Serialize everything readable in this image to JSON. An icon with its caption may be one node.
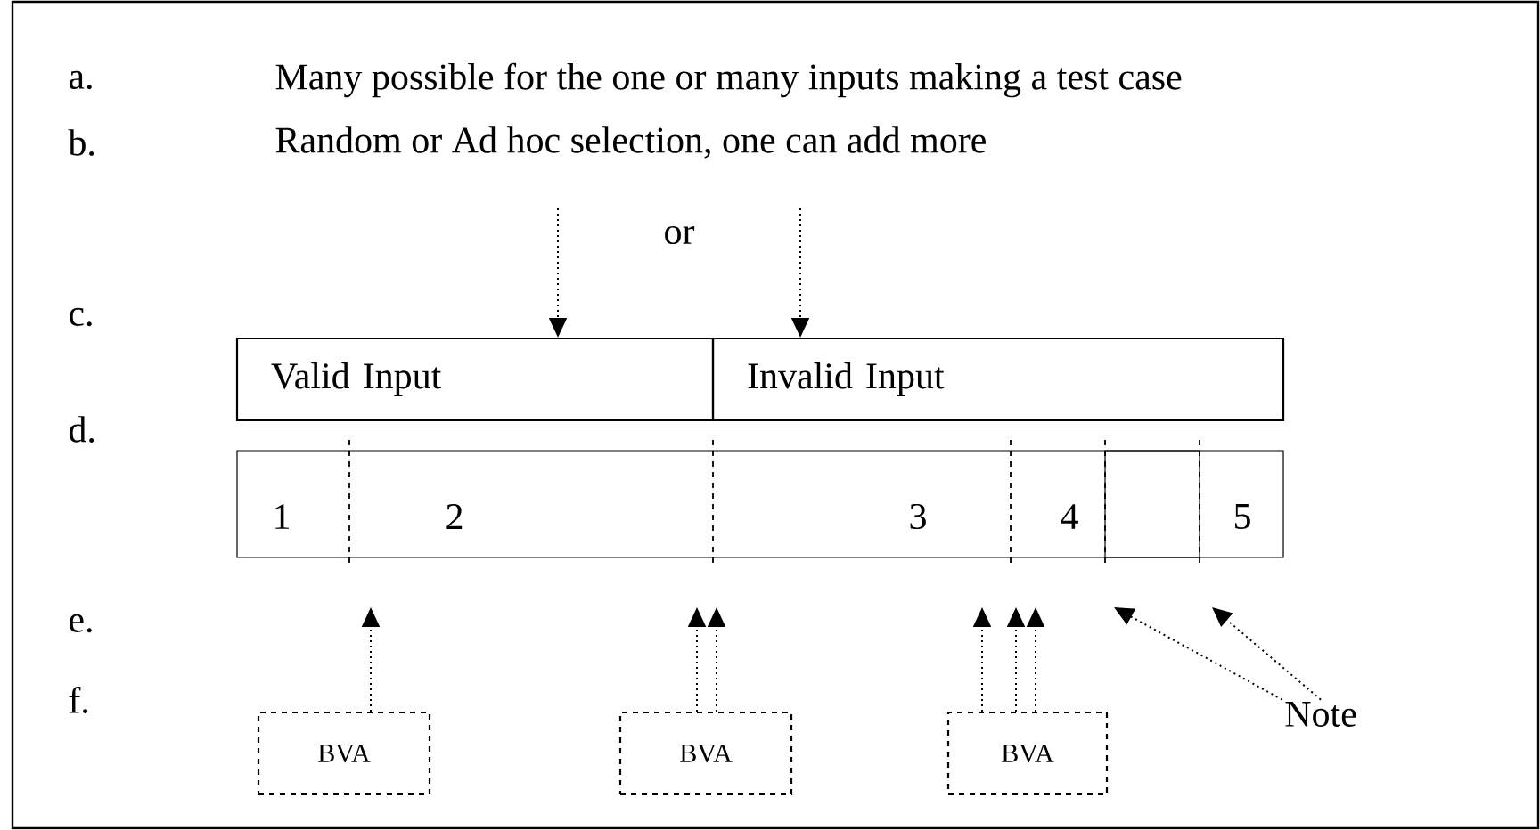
{
  "diagram": {
    "nodes": [
      {
        "text": [
          "Valid Input"
        ]
      },
      {
        "text": [
          "Invalid Input"
        ]
      },
      {
        "text": [
          "1"
        ]
      },
      {
        "text": [
          "2"
        ]
      },
      {
        "text": [
          "3"
        ]
      },
      {
        "text": [
          "4"
        ]
      },
      {
        "text": [],
        "shape": "box"
      },
      {
        "text": [
          "5"
        ]
      },
      {
        "text": [
          "BVA"
        ]
      },
      {
        "text": [
          "BVA"
        ]
      },
      {
        "text": [
          "BVA"
        ]
      },
      {
        "text": [
          "Note"
        ]
      }
    ],
    "edges": [
      {
        "from": null,
        "to": 0,
        "arrow": "to"
      },
      {
        "from": null,
        "to": 1,
        "arrow": "to"
      },
      {
        "from": 8,
        "to": null,
        "arrow": "to"
      },
      {
        "from": 9,
        "to": null,
        "arrow": "to"
      },
      {
        "from": 9,
        "to": null,
        "arrow": "to"
      },
      {
        "from": 10,
        "to": null,
        "arrow": "to"
      },
      {
        "from": 10,
        "to": null,
        "arrow": "to"
      },
      {
        "from": 10,
        "to": null,
        "arrow": "to"
      },
      {
        "from": 11,
        "to": null,
        "arrow": "to"
      },
      {
        "from": 11,
        "to": null,
        "arrow": "to"
      }
    ],
    "labels": [
      "a.",
      "Many possible for the one or many inputs making a test case",
      "b.",
      "Random or Ad hoc selection, one can add more",
      "or",
      "c.",
      "d.",
      "e.",
      "f."
    ]
  }
}
